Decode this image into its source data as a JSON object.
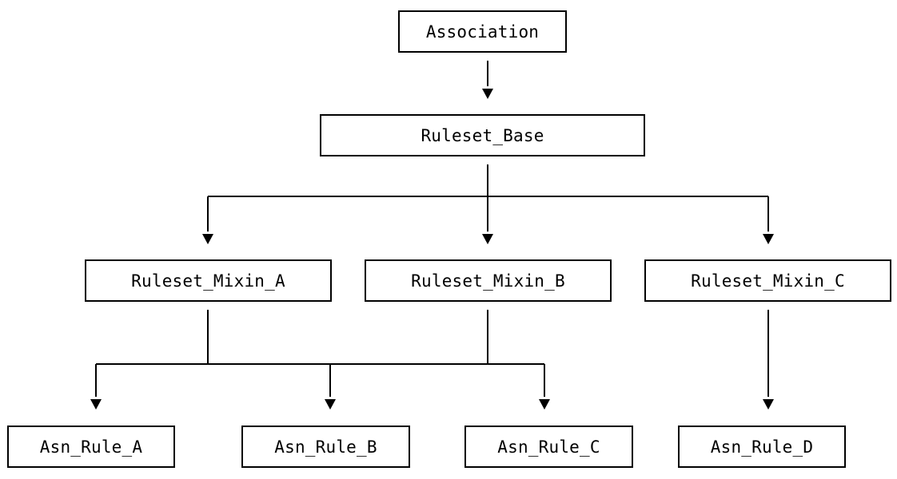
{
  "nodes": {
    "association": "Association",
    "ruleset_base": "Ruleset_Base",
    "ruleset_mixin_a": "Ruleset_Mixin_A",
    "ruleset_mixin_b": "Ruleset_Mixin_B",
    "ruleset_mixin_c": "Ruleset_Mixin_C",
    "asn_rule_a": "Asn_Rule_A",
    "asn_rule_b": "Asn_Rule_B",
    "asn_rule_c": "Asn_Rule_C",
    "asn_rule_d": "Asn_Rule_D"
  },
  "edges": [
    {
      "from": "association",
      "to": "ruleset_base"
    },
    {
      "from": "ruleset_base",
      "to": "ruleset_mixin_a"
    },
    {
      "from": "ruleset_base",
      "to": "ruleset_mixin_b"
    },
    {
      "from": "ruleset_base",
      "to": "ruleset_mixin_c"
    },
    {
      "from": "ruleset_mixin_a",
      "to": "asn_rule_a"
    },
    {
      "from": "ruleset_mixin_a",
      "to": "asn_rule_b"
    },
    {
      "from": "ruleset_mixin_a",
      "to": "asn_rule_c"
    },
    {
      "from": "ruleset_mixin_b",
      "to": "asn_rule_a"
    },
    {
      "from": "ruleset_mixin_b",
      "to": "asn_rule_b"
    },
    {
      "from": "ruleset_mixin_b",
      "to": "asn_rule_c"
    },
    {
      "from": "ruleset_mixin_c",
      "to": "asn_rule_d"
    }
  ]
}
